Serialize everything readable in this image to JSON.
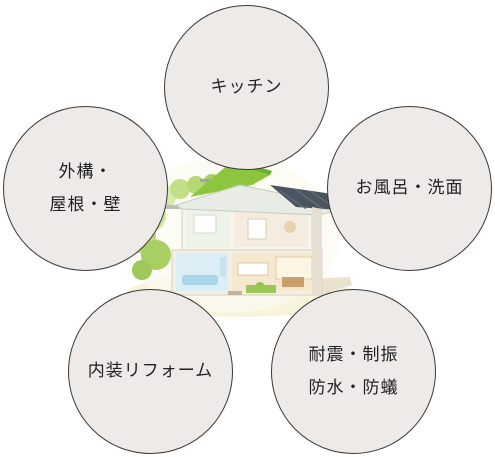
{
  "menu": {
    "kitchen": {
      "line1": "キッチン"
    },
    "bath": {
      "line1": "お風呂・洗面"
    },
    "exterior": {
      "line1": "外構・",
      "line2": "屋根・壁"
    },
    "interior": {
      "line1": "内装リフォーム"
    },
    "seismic": {
      "line1": "耐震・制振",
      "line2": "防水・防蟻"
    }
  },
  "colors": {
    "circle_fill": "#edeae8",
    "circle_border": "#3a3a3a",
    "roof_green": "#8cc63f",
    "roof_dark": "#4a5560"
  },
  "illustration": {
    "icon": "house-cutaway-icon"
  }
}
